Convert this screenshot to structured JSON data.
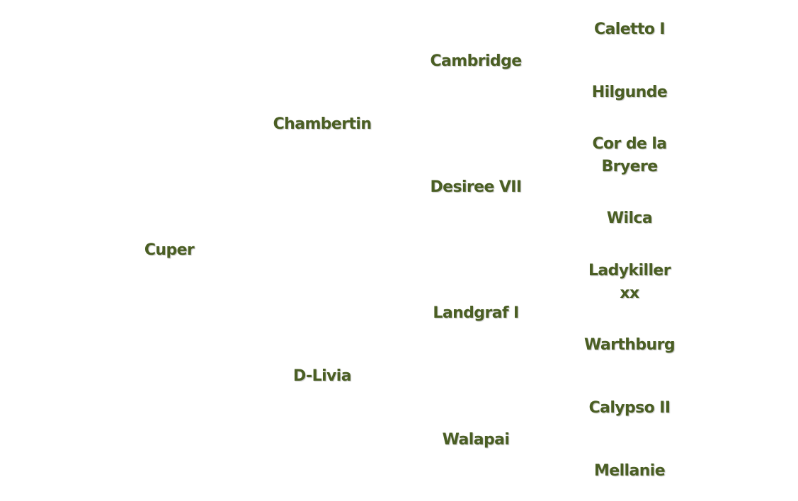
{
  "colors": {
    "text": "#4a5e23",
    "background": "#ffffff"
  },
  "pedigree": {
    "subject": "Cuper",
    "sire": "Chambertin",
    "dam": "D-Livia",
    "sire_sire": "Cambridge",
    "sire_dam": "Desiree VII",
    "dam_sire": "Landgraf I",
    "dam_dam": "Walapai",
    "sire_sire_sire": "Caletto I",
    "sire_sire_dam": "Hilgunde",
    "sire_dam_sire": "Cor de la\nBryere",
    "sire_dam_dam": "Wilca",
    "dam_sire_sire": "Ladykiller\nxx",
    "dam_sire_dam": "Warthburg",
    "dam_dam_sire": "Calypso II",
    "dam_dam_dam": "Mellanie"
  }
}
